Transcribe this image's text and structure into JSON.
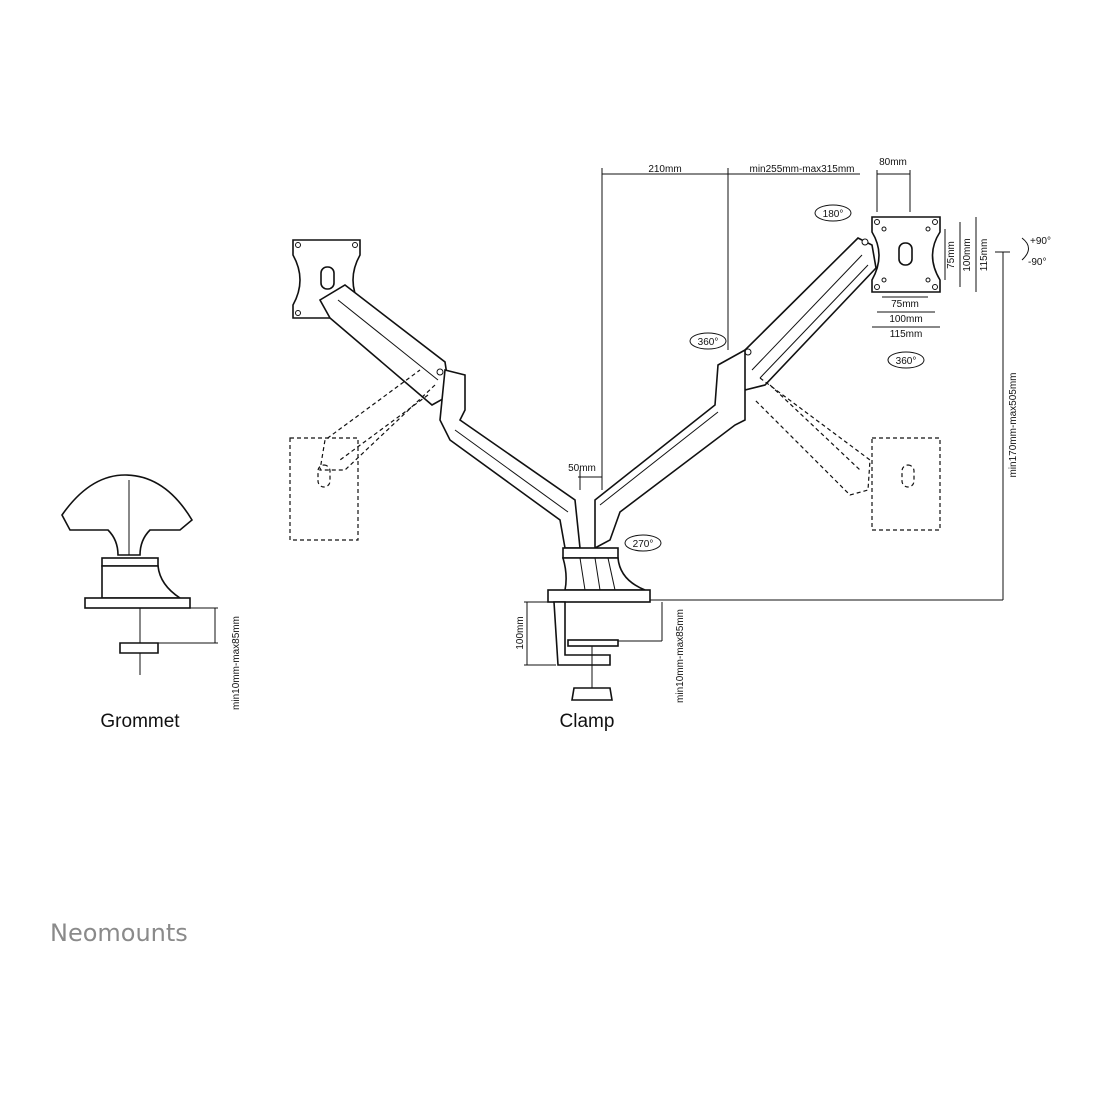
{
  "dimensions": {
    "arm_offset": "210mm",
    "arm_extension": "min255mm-max315mm",
    "plate_offset": "80mm",
    "tilt_180": "180°",
    "swivel_360_arm": "360°",
    "swivel_360_plate": "360°",
    "base_270": "270°",
    "vesa_75_v": "75mm",
    "vesa_100_v": "100mm",
    "vesa_115_v": "115mm",
    "vesa_75_h": "75mm",
    "vesa_100_h": "100mm",
    "vesa_115_h": "115mm",
    "tilt_plus": "+90°",
    "tilt_minus": "-90°",
    "height_range": "min170mm-max505mm",
    "pole_gap": "50mm",
    "clamp_height": "100mm",
    "clamp_desk_range": "min10mm-max85mm",
    "grommet_desk_range": "min10mm-max85mm"
  },
  "captions": {
    "grommet": "Grommet",
    "clamp": "Clamp"
  },
  "brand": "Neomounts"
}
